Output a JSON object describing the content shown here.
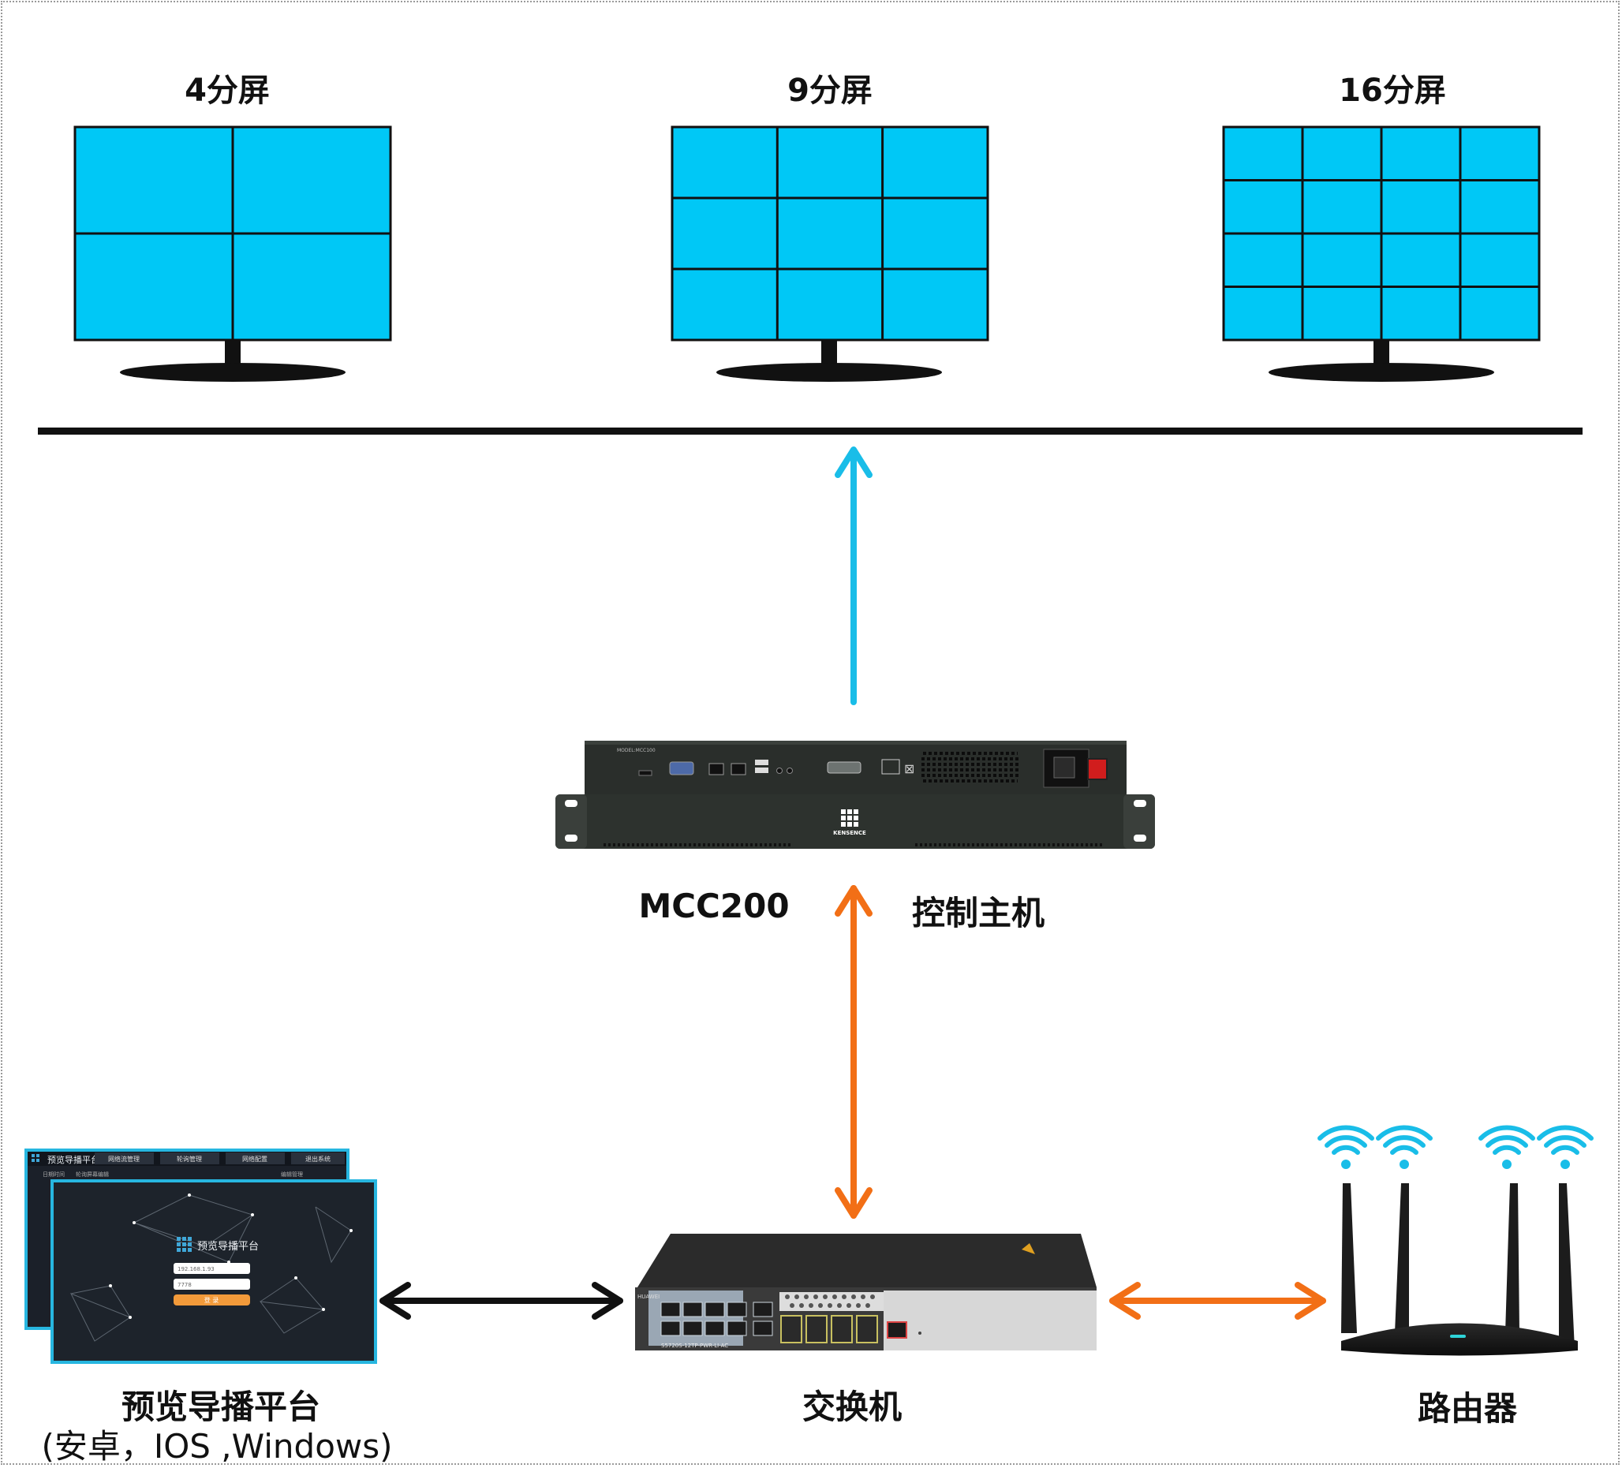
{
  "monitors": [
    {
      "title": "4分屏",
      "cols": 2,
      "rows": 2
    },
    {
      "title": "9分屏",
      "cols": 3,
      "rows": 3
    },
    {
      "title": "16分屏",
      "cols": 4,
      "rows": 4
    }
  ],
  "controller": {
    "model": "MCC200",
    "role": "控制主机",
    "brand": "KENSENCE"
  },
  "platform": {
    "title": "预览导播平台",
    "subtitle": "(安卓，IOS ,Windows)",
    "screen": {
      "app_name": "预览导播平台",
      "menu": [
        "网络流管理",
        "轮询管理",
        "网络配置",
        "退出系统"
      ],
      "sub_left": "日期时间",
      "sub_mid": "轮询屏幕编辑",
      "sub_right": "编辑管理",
      "ip_field": "192.168.1.93",
      "port_field": "7778",
      "login_button": "登 录"
    }
  },
  "switch": {
    "label": "交换机",
    "model_text": "S5720S-12TP-PWR-LI-AC",
    "brand": "HUAWEI"
  },
  "router": {
    "label": "路由器"
  },
  "colors": {
    "screen_blue": "#00c8f6",
    "arrow_blue": "#19bde8",
    "arrow_orange": "#f26f16",
    "arrow_black": "#111111",
    "bus": "#111111"
  }
}
